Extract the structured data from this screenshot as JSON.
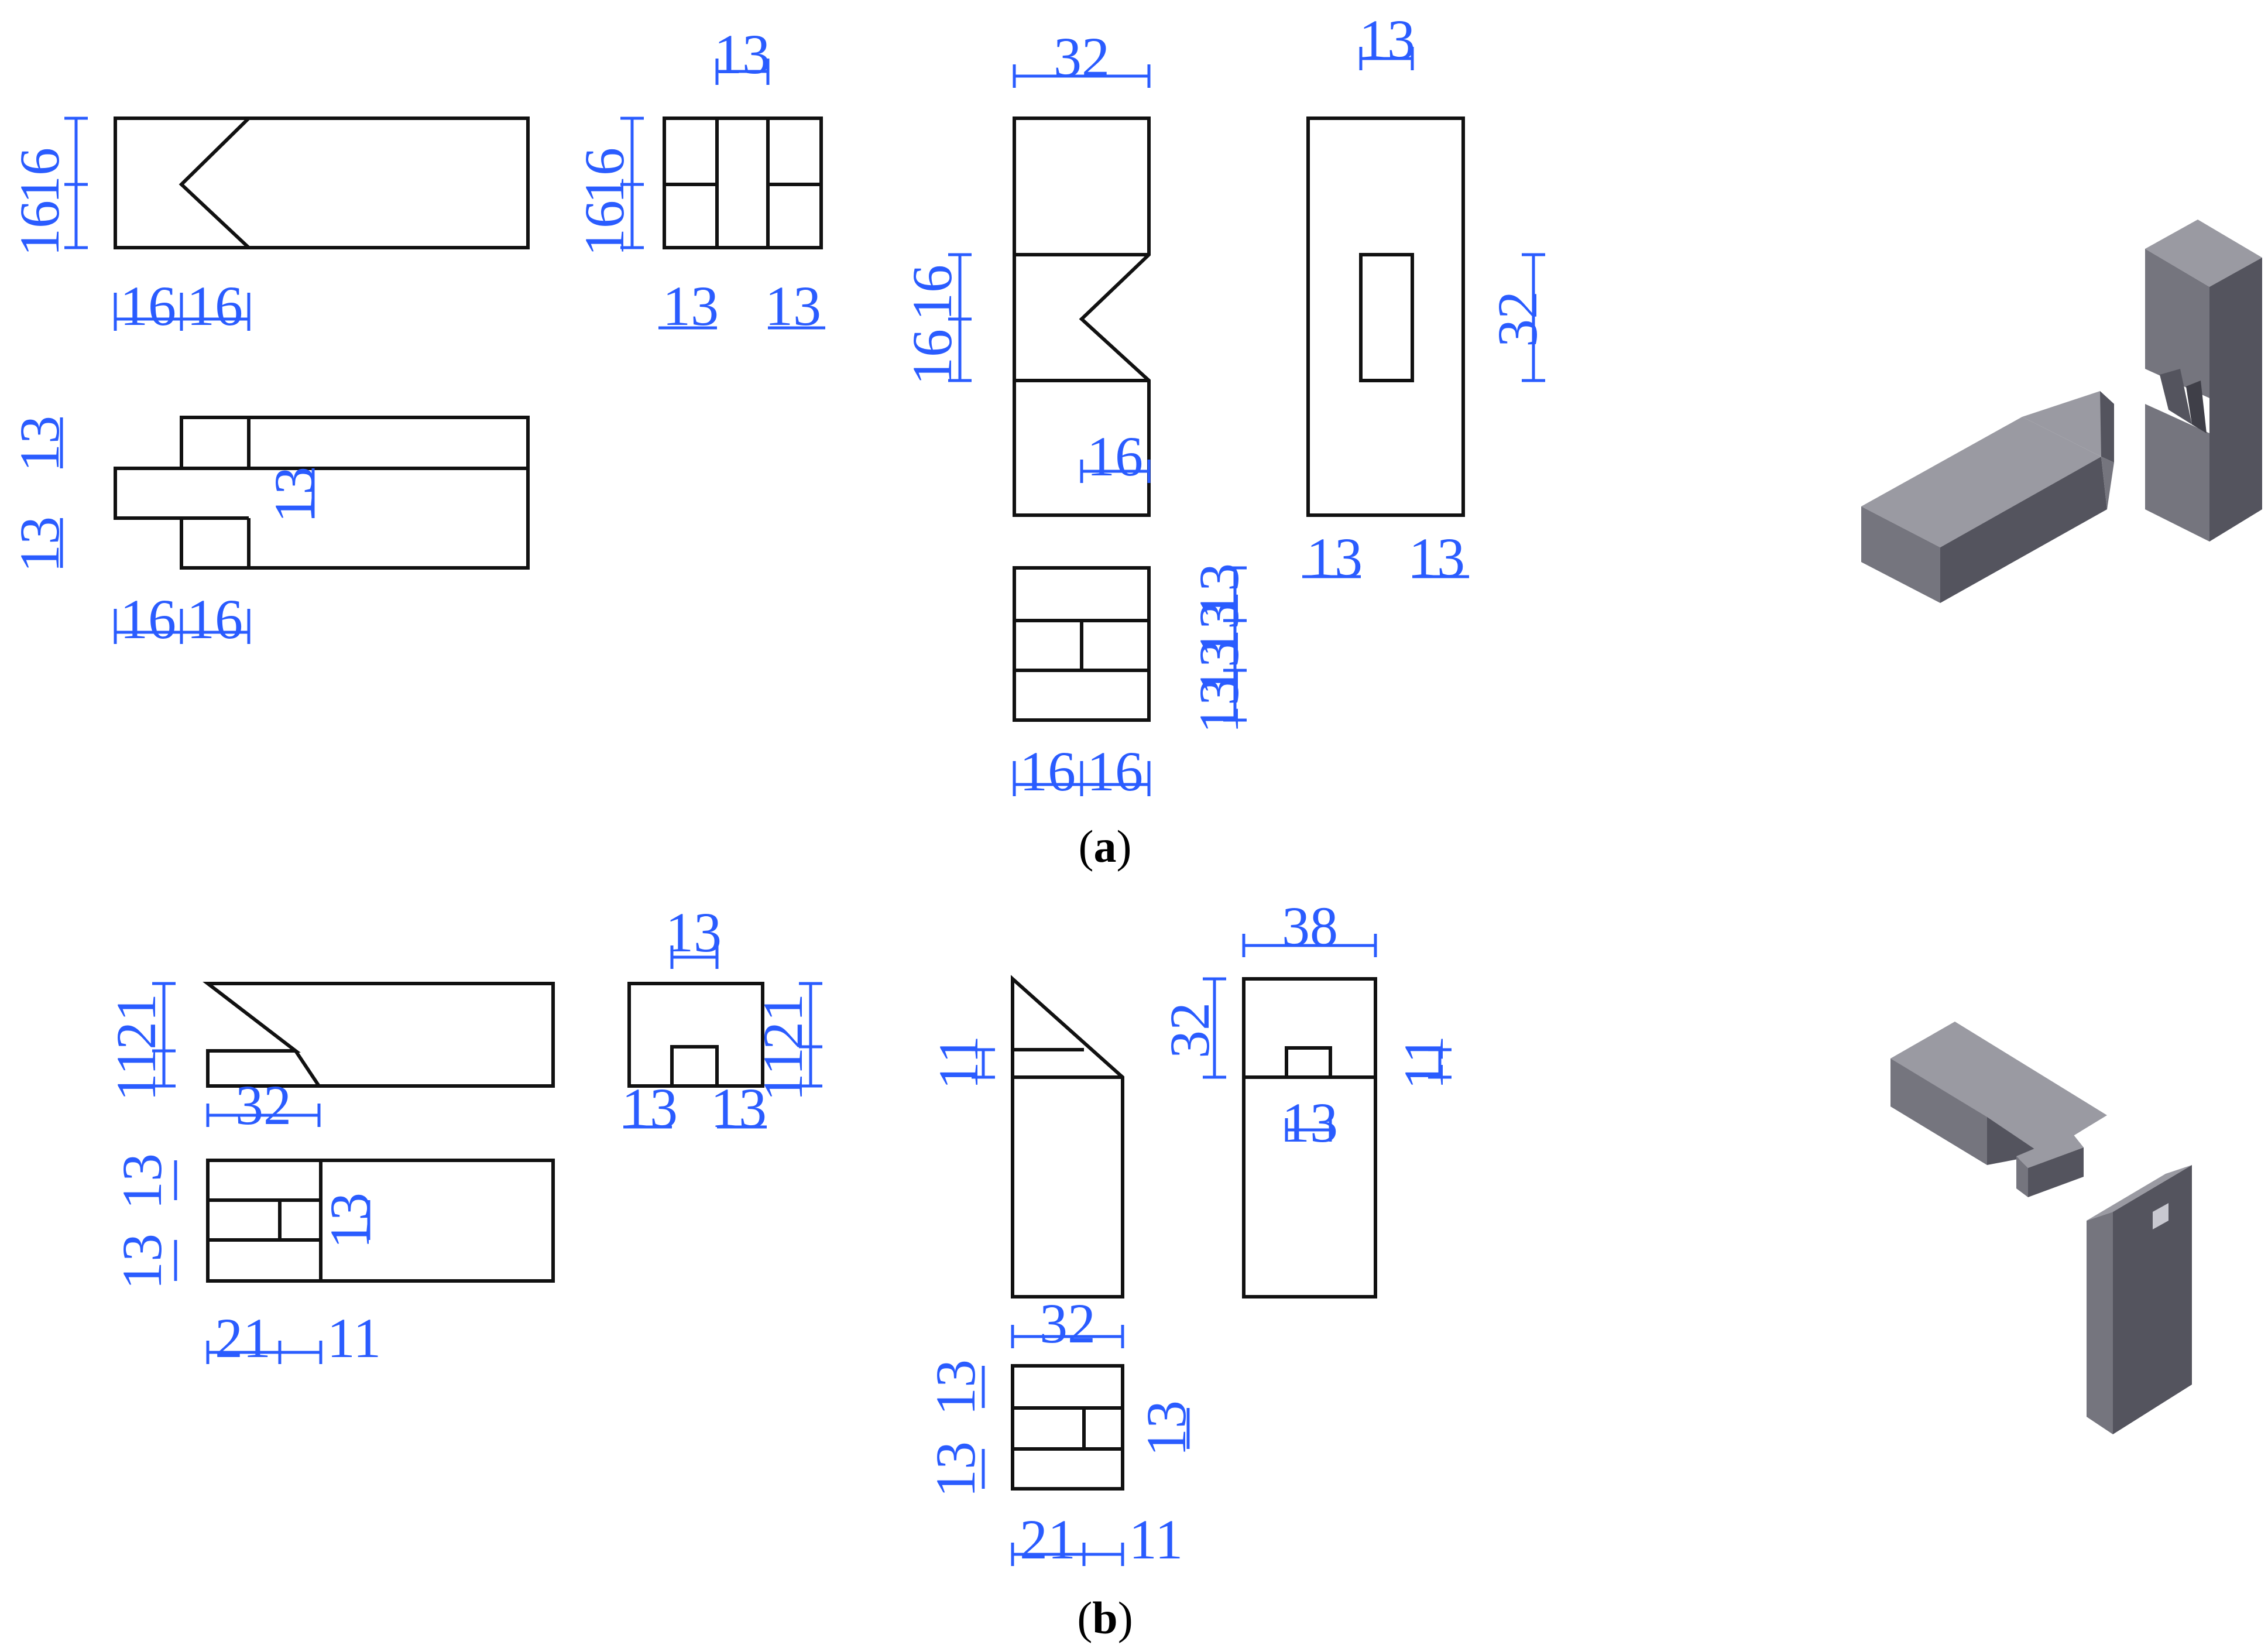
{
  "dimension_color": "#2a5cff",
  "shade_colors": {
    "top": "#9a9aa2",
    "front": "#75757e",
    "side": "#54545e"
  },
  "panel_a": {
    "caption_open": "(",
    "caption_letter": "a",
    "caption_close": ")",
    "dims": {
      "tenon_side_height_top": "16",
      "tenon_side_height_bottom": "16",
      "tenon_side_length_left": "16",
      "tenon_side_length_right": "16",
      "tenon_end_top": "13",
      "tenon_end_height_top": "16",
      "tenon_end_height_bottom": "16",
      "tenon_end_bottom_left": "13",
      "tenon_end_bottom_right": "13",
      "tenon_plan_left_top": "13",
      "tenon_plan_left_bottom": "13",
      "tenon_plan_inner": "13",
      "tenon_plan_length_left": "16",
      "tenon_plan_length_right": "16",
      "mortise_front_width": "32",
      "mortise_front_height_top": "16",
      "mortise_front_height_bottom": "16",
      "mortise_front_depth": "16",
      "mortise_bottom_right_1": "13",
      "mortise_bottom_right_2": "13",
      "mortise_bottom_right_3": "13",
      "mortise_bottom_right_4": "13",
      "mortise_bottom_length_left": "16",
      "mortise_bottom_length_right": "16",
      "mortise_side_top": "13",
      "mortise_side_height": "32",
      "mortise_side_bottom_left": "13",
      "mortise_side_bottom_right": "13"
    }
  },
  "panel_b": {
    "caption_open": "(",
    "caption_letter": "b",
    "caption_close": ")",
    "dims": {
      "tenon_side_height_top": "11",
      "tenon_side_height_bottom": "21",
      "tenon_side_length": "32",
      "tenon_end_top": "13",
      "tenon_end_height_top": "11",
      "tenon_end_height_bottom": "21",
      "tenon_end_bottom_left": "13",
      "tenon_end_bottom_right": "13",
      "tenon_plan_left_top": "13",
      "tenon_plan_left_bottom": "13",
      "tenon_plan_inner": "13",
      "tenon_plan_length_left": "21",
      "tenon_plan_length_right": "11",
      "mortise_front_height": "11",
      "mortise_side_top": "38",
      "mortise_side_height": "32",
      "mortise_side_right": "11",
      "mortise_side_inner": "13",
      "mortise_bottom_width": "32",
      "mortise_bottom_left_top": "13",
      "mortise_bottom_left_bottom": "13",
      "mortise_bottom_right": "13",
      "mortise_bottom_length_left": "21",
      "mortise_bottom_length_right": "11"
    }
  }
}
